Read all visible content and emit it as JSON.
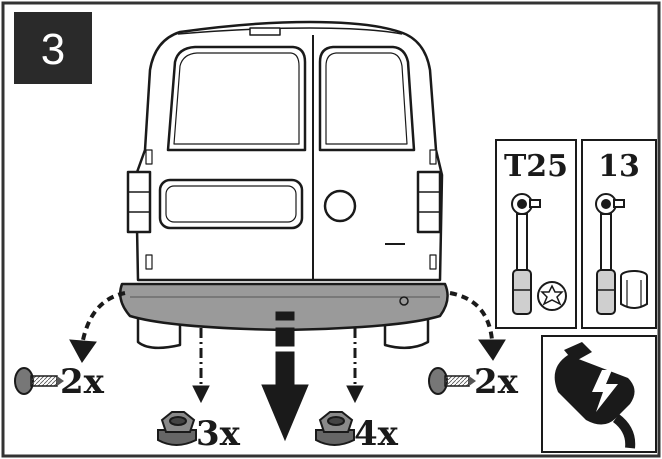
{
  "step": {
    "number": "3"
  },
  "tools": [
    {
      "label": "T25",
      "icon": "torx-t25-wrench-icon"
    },
    {
      "label": "13",
      "icon": "socket-13-wrench-icon"
    }
  ],
  "parts": {
    "screw_left": {
      "quantity": "2x",
      "icon": "screw-icon"
    },
    "screw_right": {
      "quantity": "2x",
      "icon": "screw-icon"
    },
    "nut_left": {
      "quantity": "3x",
      "icon": "nut-icon"
    },
    "nut_right": {
      "quantity": "4x",
      "icon": "nut-icon"
    }
  },
  "warning": {
    "icon": "electrical-connector-icon"
  },
  "colors": {
    "line": "#1a1a1a",
    "bumper": "#9a9a9a",
    "frame": "#333333"
  }
}
